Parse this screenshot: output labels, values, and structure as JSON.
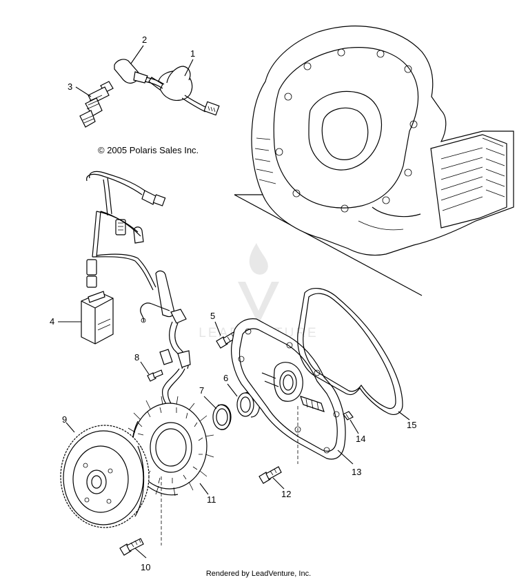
{
  "copyright": "© 2005 Polaris Sales Inc.",
  "footer": "Rendered by LeadVenture, Inc.",
  "watermark": "LEADVENTURE",
  "callouts": [
    "1",
    "2",
    "3",
    "4",
    "5",
    "6",
    "7",
    "8",
    "9",
    "10",
    "11",
    "12",
    "13",
    "14",
    "15"
  ],
  "colors": {
    "line": "#000000",
    "background": "#ffffff",
    "watermark": "#e6e6e6"
  }
}
